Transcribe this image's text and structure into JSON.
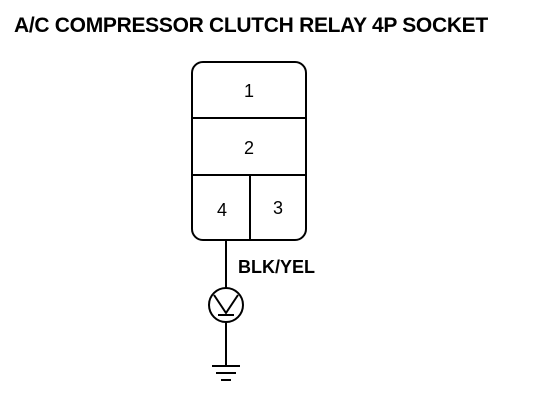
{
  "title": "A/C COMPRESSOR CLUTCH RELAY 4P SOCKET",
  "connector": {
    "terminals": [
      {
        "label": "1"
      },
      {
        "label": "2"
      },
      {
        "label": "4"
      },
      {
        "label": "3"
      }
    ]
  },
  "wire": {
    "color_label": "BLK/YEL"
  },
  "symbols": {
    "meter": "voltmeter-icon",
    "ground": "ground-icon"
  }
}
